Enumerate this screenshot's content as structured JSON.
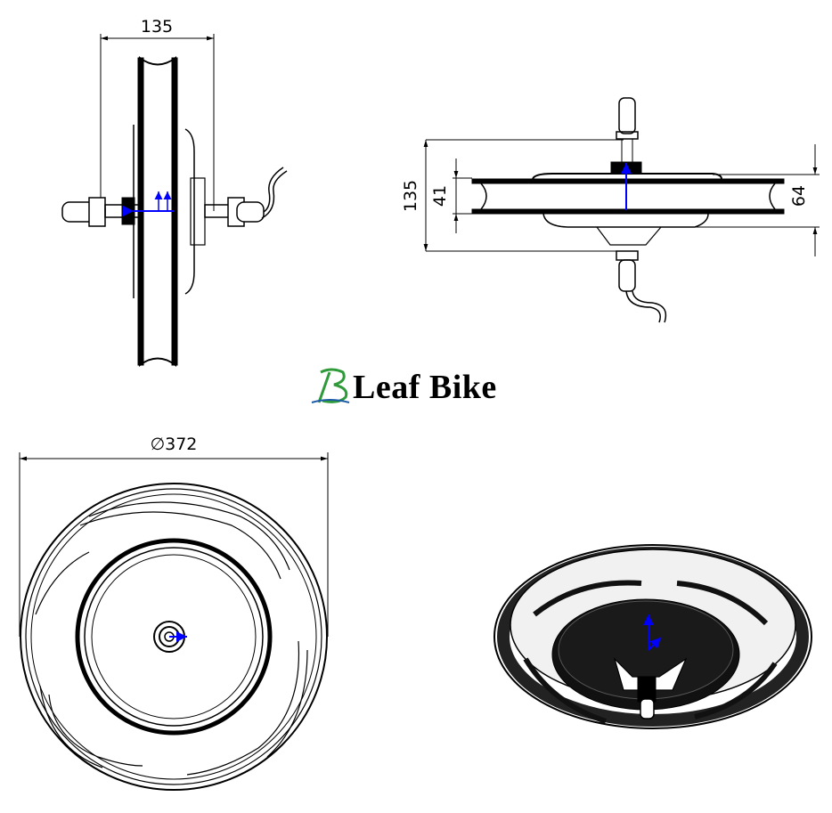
{
  "brand": {
    "name": "Leaf Bike",
    "logo_mark": "B",
    "colors": {
      "green": "#2e9a3a",
      "blue": "#1c5aa8"
    }
  },
  "dimensions": {
    "side_view_width": "135",
    "top_view_overall": "135",
    "top_view_rim_width": "41",
    "top_view_hub_width": "64",
    "front_view_diameter": "∅372"
  },
  "colors": {
    "line": "#000000",
    "axis": "#0000ff"
  }
}
